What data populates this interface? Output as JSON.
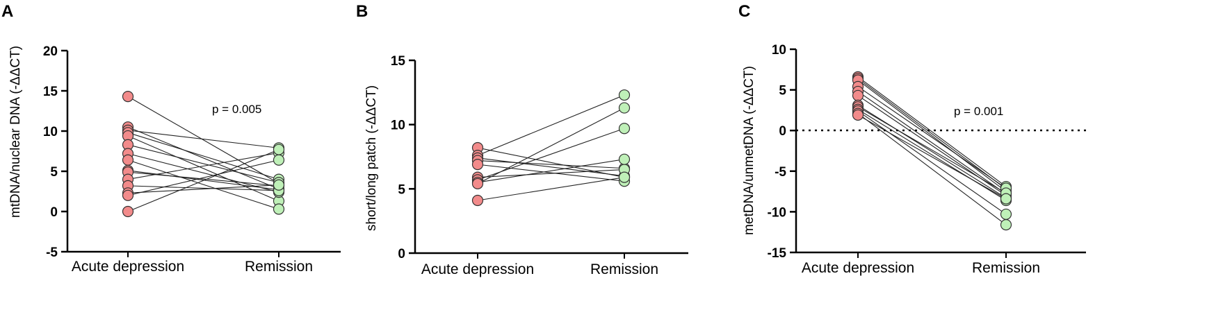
{
  "colors": {
    "acute": "#f28b8b",
    "remission": "#bff0b8",
    "marker_stroke": "#333333",
    "line": "#222222",
    "axis": "#000000"
  },
  "chart_data": [
    {
      "panel": "A",
      "type": "scatter",
      "subtype": "paired-dot",
      "categories": [
        "Acute depression",
        "Remission"
      ],
      "ylabel": "mtDNA/nuclear DNA (-ΔΔCT)",
      "ylim": [
        -5,
        20
      ],
      "yticks": [
        -5,
        0,
        5,
        10,
        15,
        20
      ],
      "ytick_labels": [
        "-5",
        "0",
        "5",
        "10",
        "15",
        "20"
      ],
      "annotation": "p =  0.005",
      "zero_reference_line": false,
      "pairs": [
        [
          14.3,
          3.5
        ],
        [
          10.5,
          2.8
        ],
        [
          10.1,
          7.9
        ],
        [
          9.8,
          4.0
        ],
        [
          9.4,
          1.3
        ],
        [
          8.3,
          3.6
        ],
        [
          7.2,
          2.4
        ],
        [
          6.4,
          0.3
        ],
        [
          5.1,
          2.7
        ],
        [
          4.9,
          3.2
        ],
        [
          4.0,
          7.3
        ],
        [
          3.2,
          2.6
        ],
        [
          2.3,
          3.3
        ],
        [
          2.0,
          6.4
        ],
        [
          0.0,
          7.7
        ]
      ]
    },
    {
      "panel": "B",
      "type": "scatter",
      "subtype": "paired-dot",
      "categories": [
        "Acute depression",
        "Remission"
      ],
      "ylabel": "short/long patch (-ΔΔCT)",
      "ylim": [
        0,
        15
      ],
      "yticks": [
        0,
        5,
        10,
        15
      ],
      "ytick_labels": [
        "0",
        "5",
        "10",
        "15"
      ],
      "annotation": "",
      "zero_reference_line": false,
      "pairs": [
        [
          8.2,
          5.9
        ],
        [
          7.6,
          12.3
        ],
        [
          7.4,
          6.0
        ],
        [
          7.2,
          6.6
        ],
        [
          6.9,
          5.6
        ],
        [
          5.9,
          6.5
        ],
        [
          5.7,
          9.7
        ],
        [
          5.5,
          7.3
        ],
        [
          5.4,
          11.3
        ],
        [
          4.1,
          5.9
        ]
      ]
    },
    {
      "panel": "C",
      "type": "scatter",
      "subtype": "paired-dot",
      "categories": [
        "Acute depression",
        "Remission"
      ],
      "ylabel": "metDNA/unmetDNA (-ΔΔCT)",
      "ylim": [
        -15,
        10
      ],
      "yticks": [
        -15,
        -10,
        -5,
        0,
        5,
        10
      ],
      "ytick_labels": [
        "-15",
        "-10",
        "-5",
        "0",
        "5",
        "10"
      ],
      "annotation": "p = 0.001",
      "zero_reference_line": true,
      "pairs": [
        [
          6.6,
          -6.9
        ],
        [
          6.4,
          -7.2
        ],
        [
          6.2,
          -7.5
        ],
        [
          5.4,
          -7.1
        ],
        [
          4.8,
          -7.8
        ],
        [
          4.3,
          -8.0
        ],
        [
          3.1,
          -8.3
        ],
        [
          2.9,
          -7.7
        ],
        [
          2.6,
          -8.6
        ],
        [
          2.4,
          -10.3
        ],
        [
          2.1,
          -11.6
        ],
        [
          1.9,
          -8.4
        ]
      ]
    }
  ]
}
